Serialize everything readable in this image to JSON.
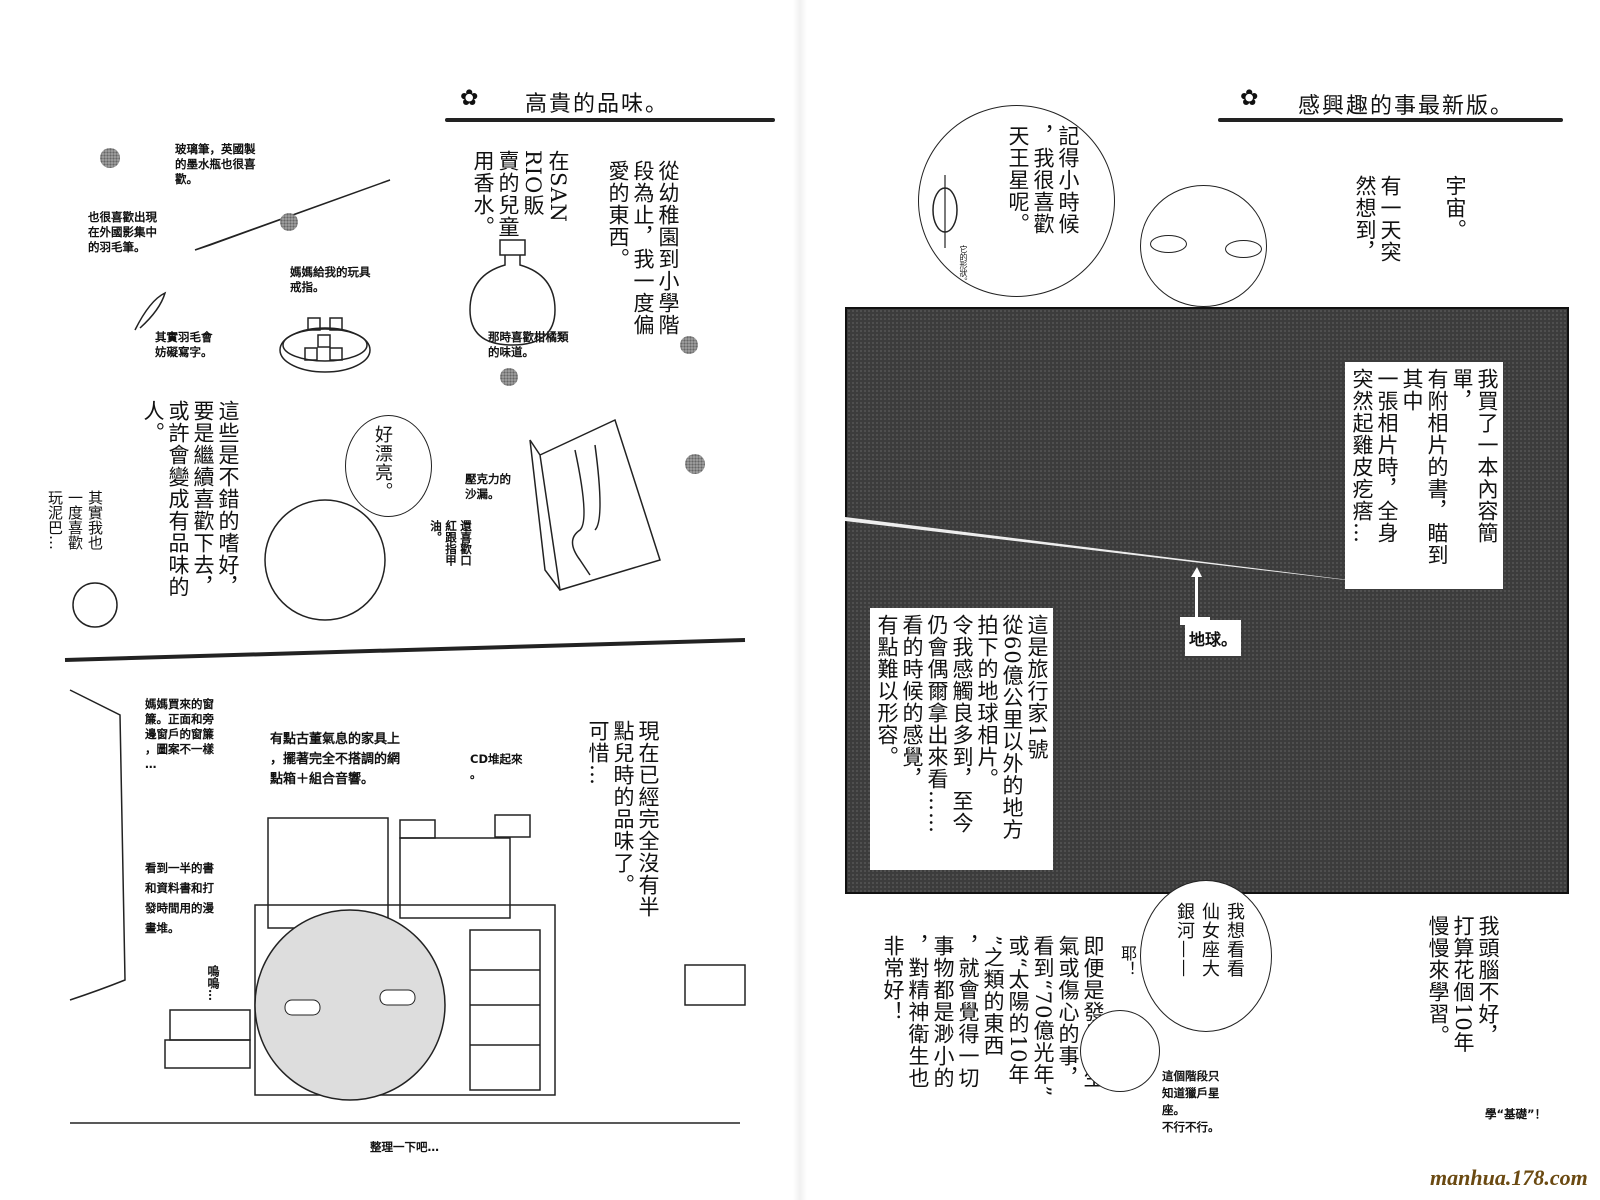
{
  "left_page": {
    "title": "高貴的品味。",
    "intro": "從幼稚園到小學階\n段為止，我一度偏\n愛的東西。",
    "perfume": "在SAN\nRIO販\n賣的兒童\n用香水。",
    "glass_pen": "玻璃筆，英國製\n的墨水瓶也很喜\n歡。",
    "quill": "也很喜歡出現\n在外國影集中\n的羽毛筆。",
    "ring": "媽媽給我的玩具\n戒指。",
    "quill_note": "其實羽毛會\n妨礙寫字。",
    "citrus": "那時喜歡柑橘類\n的味道。",
    "hobby": "這些是不錯的嗜好，\n要是繼續喜歡下去，\n或許會變成有品味的\n人。",
    "pretty_bubble": "好漂亮。",
    "hourglass": "壓克力的\n沙漏。",
    "lipstick": "還喜歡口\n紅跟指甲\n油。",
    "mud": "其實我也\n一度喜歡\n玩泥巴…",
    "curtain": "媽媽買來的窗\n簾。正面和旁\n邊窗戶的窗簾\n，圖案不一樣\n…",
    "furniture": "有點古董氣息的家具上\n，擺著完全不搭調的網\n點箱＋組合音響。",
    "cd": "CD堆起來\n。",
    "books": "看到一半的書\n和資料書和打\n發時間用的漫\n畫堆。",
    "sob": "嗚嗚…",
    "now": "現在已經完全沒有半\n點兒時的品味了。\n可惜…",
    "tidy": "整理一下吧…"
  },
  "right_page": {
    "title": "感興趣的事最新版。",
    "space": "宇宙。",
    "one_day": "有一天突\n然想到，",
    "uranus_bubble": "記得小時候\n，我很喜歡\n天王星呢。",
    "uranus_note": "它的形狀。",
    "book_text": "我買了一本內容簡單，\n有附相片的書，瞄到其中\n一張相片時，全身\n突然起雞皮疙瘩…",
    "earth_label": "地球。",
    "voyager_text": "這是旅行家1號\n從60億公里以外的地方\n拍下的地球相片。\n令我感觸良多到，至今\n仍會偶爾拿出來看……\n看的時候的感覺，\n有點難以形容。",
    "bottom_text": "即便是發生了生\n氣或傷心的事，\n看到“70億光年”\n或“太陽的10年\n”之類的東西\n，就會覺得一切\n事物都是渺小的\n，對精神衛生也\n非常好！",
    "andromeda_bubble": "我想看看\n仙女座大\n銀河——",
    "yay": "耶！",
    "orion": "這個階段只\n知道獵戶星\n座。\n不行不行。",
    "study": "我頭腦不好，\n打算花個10年\n慢慢來學習。",
    "basics": "學“基礎”！",
    "watermark": "manhua.178.com"
  },
  "colors": {
    "panel": "#3c3c3c",
    "watermark": "#6b4a12"
  }
}
